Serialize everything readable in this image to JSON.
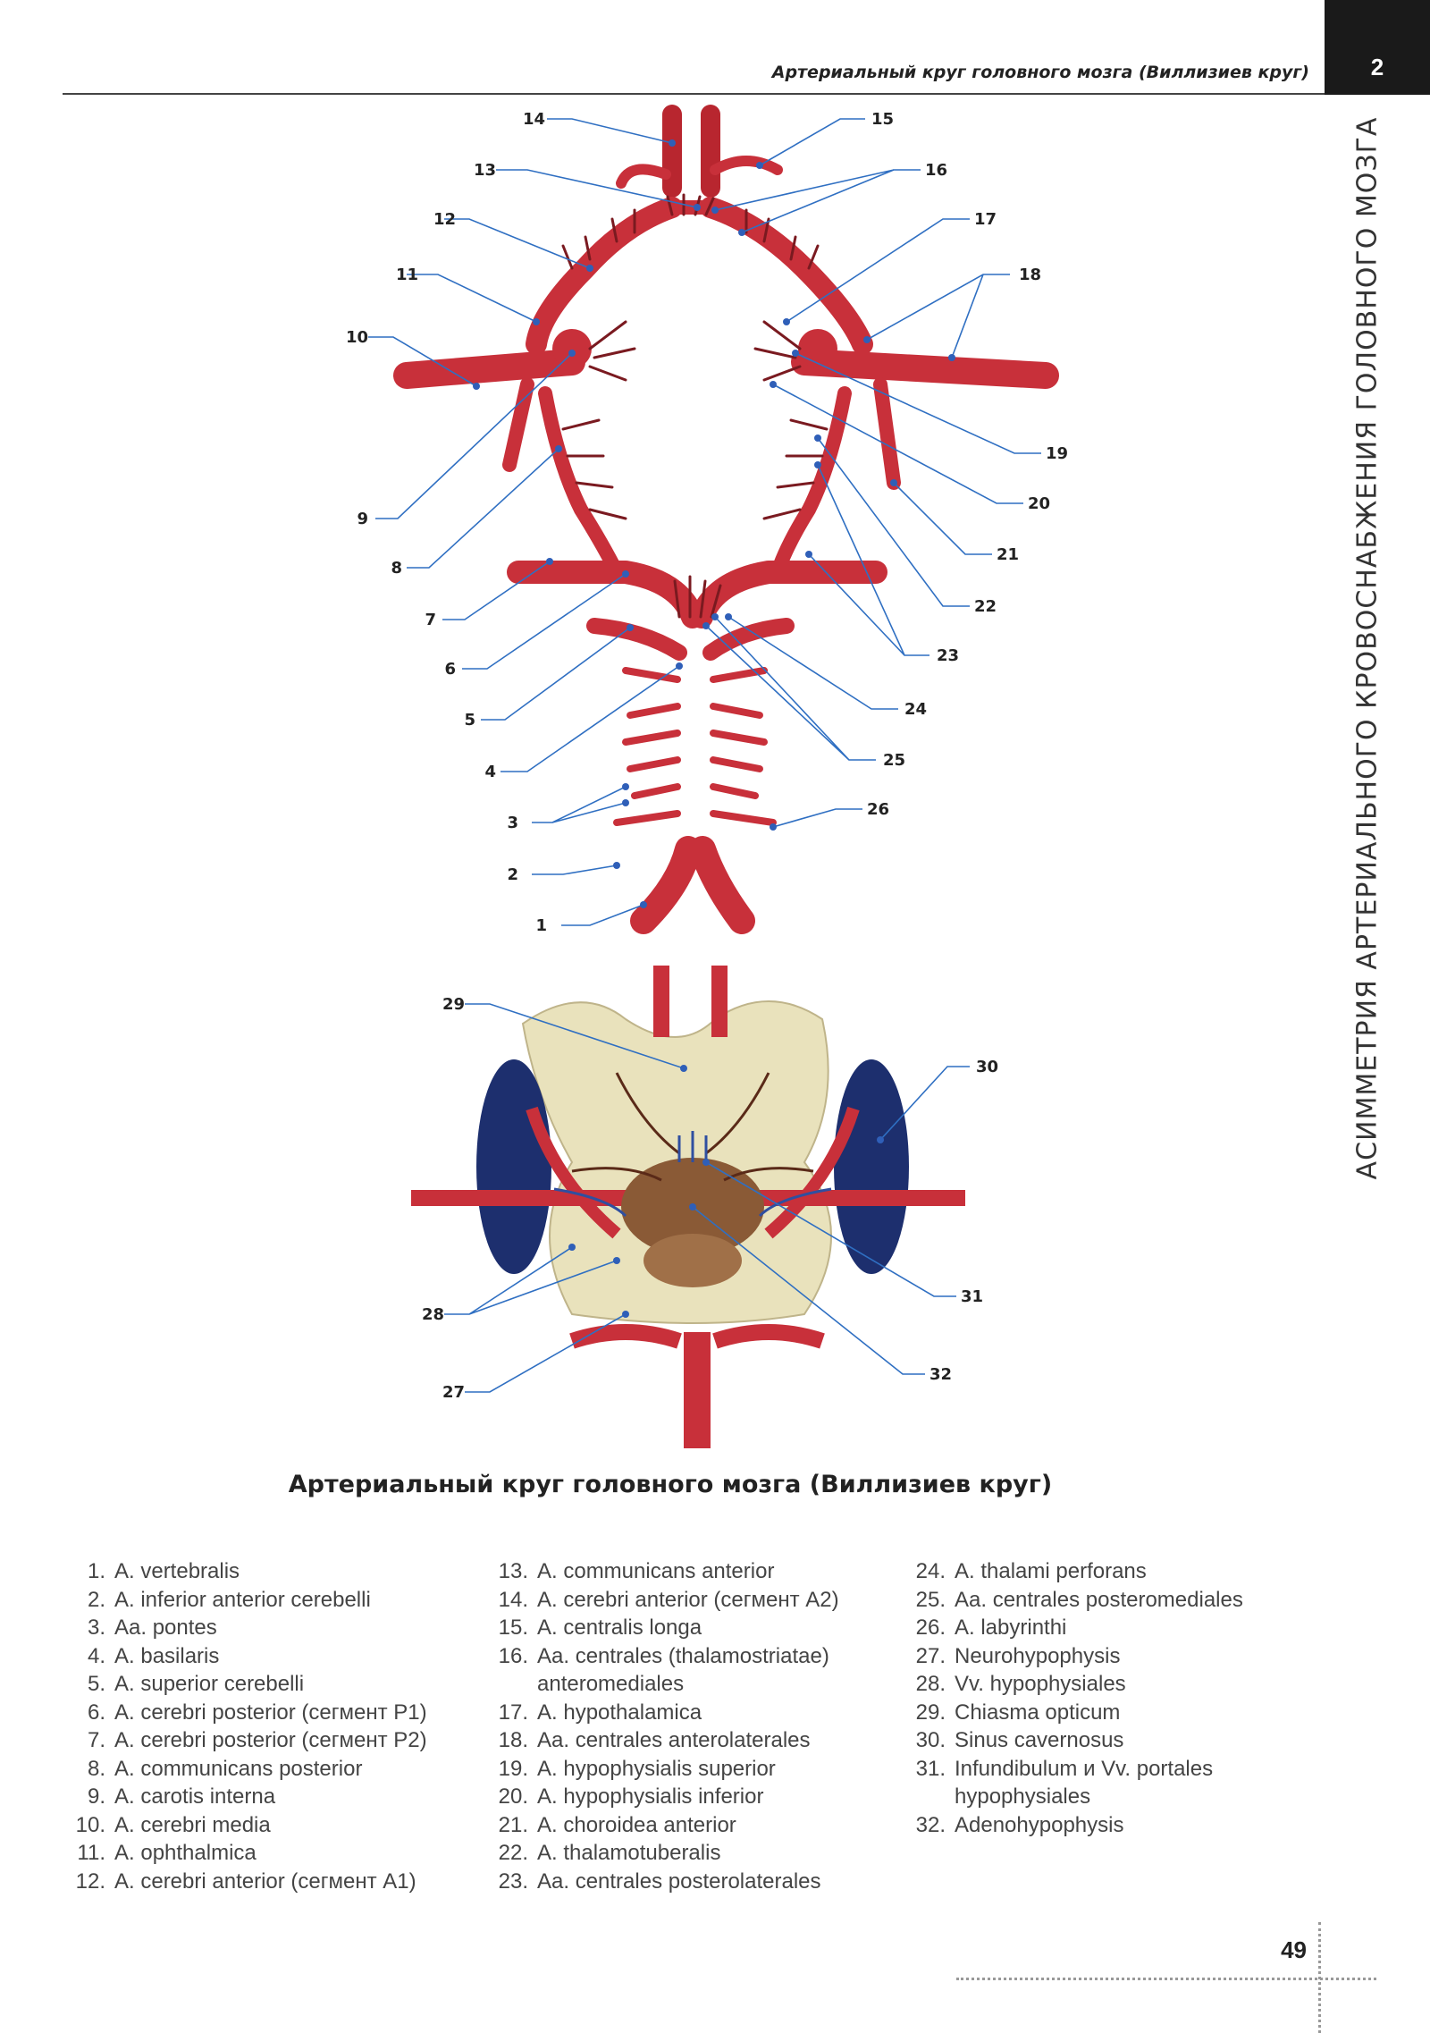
{
  "header": {
    "title": "Артериальный круг головного мозга (Виллизиев круг)",
    "chapter": "2",
    "side_title": "АСИММЕТРИЯ АРТЕРИАЛЬНОГО КРОВОСНАБЖЕНИЯ ГОЛОВНОГО МОЗГА"
  },
  "figure": {
    "labels": [
      "1",
      "2",
      "3",
      "4",
      "5",
      "6",
      "7",
      "8",
      "9",
      "10",
      "11",
      "12",
      "13",
      "14",
      "15",
      "16",
      "17",
      "18",
      "19",
      "20",
      "21",
      "22",
      "23",
      "24",
      "25",
      "26",
      "27",
      "28",
      "29",
      "30",
      "31",
      "32"
    ]
  },
  "caption": "Артериальный круг головного мозга (Виллизиев круг)",
  "legend": {
    "col1": [
      {
        "num": "1.",
        "text": "A. vertebralis"
      },
      {
        "num": "2.",
        "text": "A. inferior anterior cerebelli"
      },
      {
        "num": "3.",
        "text": "Aa. pontes"
      },
      {
        "num": "4.",
        "text": "A. basilaris"
      },
      {
        "num": "5.",
        "text": "A. superior cerebelli"
      },
      {
        "num": "6.",
        "text": "A. cerebri posterior (сегмент P1)"
      },
      {
        "num": "7.",
        "text": "A. cerebri posterior (сегмент P2)"
      },
      {
        "num": "8.",
        "text": "A. communicans posterior"
      },
      {
        "num": "9.",
        "text": "A. carotis interna"
      },
      {
        "num": "10.",
        "text": "A. cerebri media"
      },
      {
        "num": "11.",
        "text": "A. ophthalmica"
      },
      {
        "num": "12.",
        "text": "A. cerebri anterior (сегмент A1)"
      }
    ],
    "col2": [
      {
        "num": "13.",
        "text": "A. communicans anterior"
      },
      {
        "num": "14.",
        "text": "A. cerebri anterior (сегмент A2)"
      },
      {
        "num": "15.",
        "text": "A. centralis longa"
      },
      {
        "num": "16.",
        "text": "Aa. centrales (thalamostriatae) anteromediales"
      },
      {
        "num": "17.",
        "text": "A. hypothalamica"
      },
      {
        "num": "18.",
        "text": "Aa. centrales anterolaterales"
      },
      {
        "num": "19.",
        "text": "A. hypophysialis superior"
      },
      {
        "num": "20.",
        "text": "A. hypophysialis inferior"
      },
      {
        "num": "21.",
        "text": "A. choroidea anterior"
      },
      {
        "num": "22.",
        "text": "A. thalamotuberalis"
      },
      {
        "num": "23.",
        "text": "Aa. centrales posterolaterales"
      }
    ],
    "col3": [
      {
        "num": "24.",
        "text": "A. thalami perforans"
      },
      {
        "num": "25.",
        "text": "Aa. centrales posteromediales"
      },
      {
        "num": "26.",
        "text": "A. labyrinthi"
      },
      {
        "num": "27.",
        "text": "Neurohypophysis"
      },
      {
        "num": "28.",
        "text": "Vv. hypophysiales"
      },
      {
        "num": "29.",
        "text": "Chiasma opticum"
      },
      {
        "num": "30.",
        "text": "Sinus cavernosus"
      },
      {
        "num": "31.",
        "text": "Infundibulum и Vv. portales hypophysiales"
      },
      {
        "num": "32.",
        "text": "Adenohypophysis"
      }
    ]
  },
  "page_number": "49",
  "colors": {
    "artery": "#c8303a",
    "artery_dark": "#8e1c24",
    "leader": "#2f6fc2",
    "bone": "#e8e0b8",
    "vein": "#1f3f8c",
    "gland": "#8a5a36"
  }
}
